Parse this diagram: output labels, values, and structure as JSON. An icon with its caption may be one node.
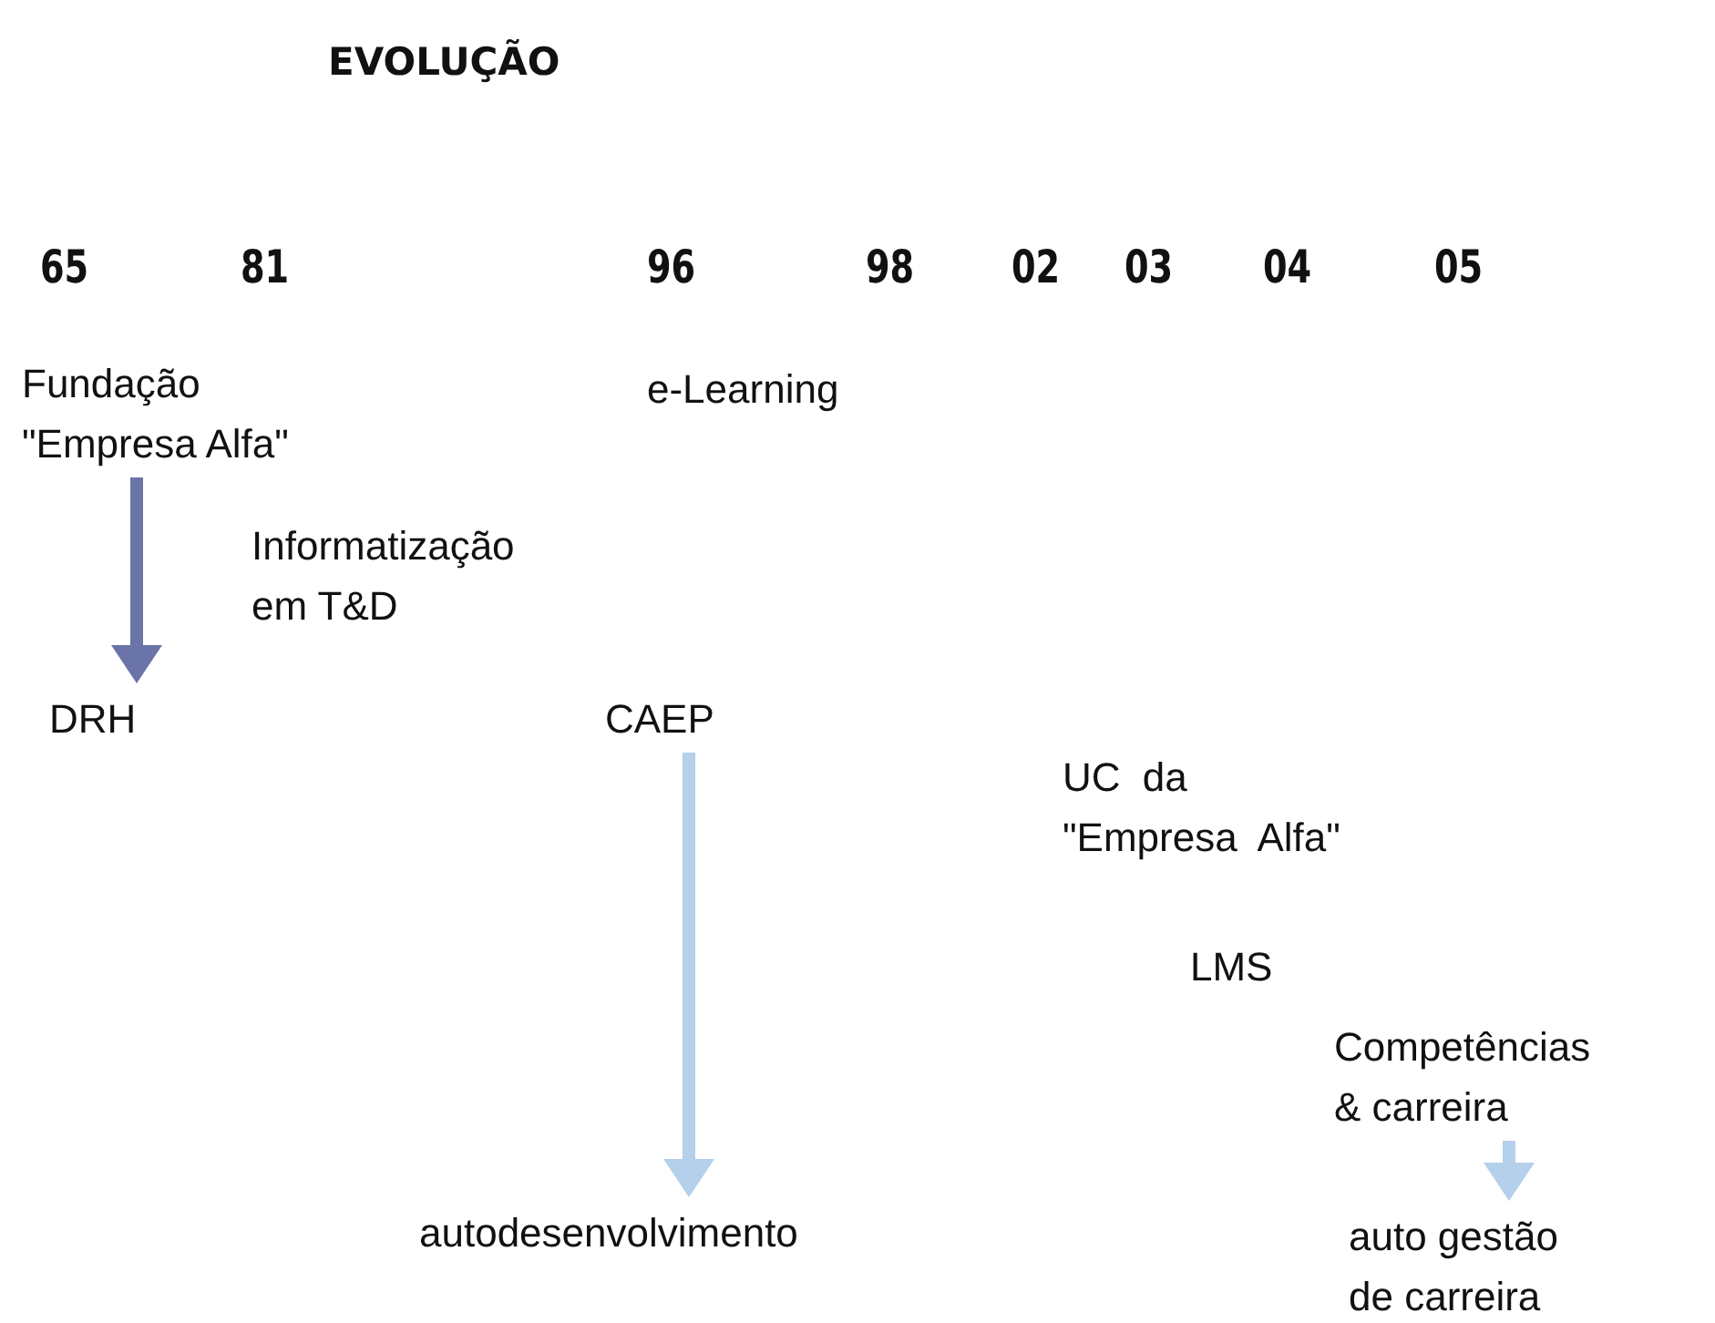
{
  "diagram": {
    "title": "EVOLUÇÃO",
    "nodes": [
      {
        "text": [
          "Fundação \"Empresa Alfa\""
        ]
      },
      {
        "text": [
          "DRH"
        ]
      },
      {
        "text": [
          "Informatização em T&D"
        ]
      },
      {
        "text": [
          "e-Learning"
        ]
      },
      {
        "text": [
          "CAEP"
        ]
      },
      {
        "text": [
          "autodesenvolvimento"
        ]
      },
      {
        "text": [
          "UC da \"Empresa Alfa\""
        ]
      },
      {
        "text": [
          "LMS"
        ]
      },
      {
        "text": [
          "Competências & carreira"
        ]
      },
      {
        "text": [
          "auto gestão de carreira"
        ]
      }
    ],
    "edges": [
      {
        "from": 0,
        "to": 1,
        "arrow": "to",
        "color": "#6a74a8"
      },
      {
        "from": 4,
        "to": 5,
        "arrow": "to"
      },
      {
        "from": 8,
        "to": 9,
        "arrow": "to"
      }
    ],
    "labels": [
      "65",
      "81",
      "96",
      "98",
      "02",
      "03",
      "04",
      "05"
    ]
  }
}
